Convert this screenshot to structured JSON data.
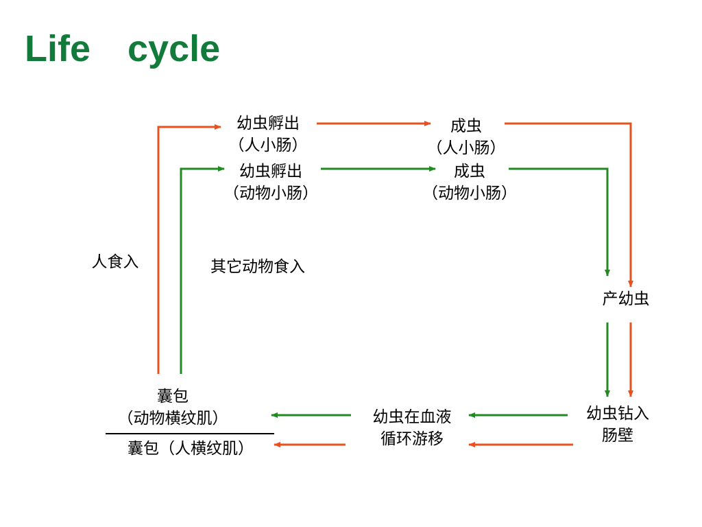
{
  "title": "Life　cycle",
  "colors": {
    "human_path": "#e8501e",
    "animal_path": "#218a21",
    "title": "#127a3a"
  },
  "nodes": {
    "larva_hatch_human": {
      "line1": "幼虫孵出",
      "line2": "（人小肠）"
    },
    "adult_human": {
      "line1": "成虫",
      "line2": "（人小肠）"
    },
    "larva_hatch_animal": {
      "line1": "幼虫孵出",
      "line2": "（动物小肠）"
    },
    "adult_animal": {
      "line1": "成虫",
      "line2": "（动物小肠）"
    },
    "produce_larva": {
      "line1": "产幼虫"
    },
    "penetrate_wall": {
      "line1": "幼虫钻入",
      "line2": "肠壁"
    },
    "blood_migration": {
      "line1": "幼虫在血液",
      "line2": "循环游移"
    },
    "cyst_animal": {
      "line1": "囊包",
      "line2": "（动物横纹肌）"
    },
    "cyst_human": {
      "line1": "囊包（人横纹肌）"
    }
  },
  "edge_labels": {
    "human_ingest": "人食入",
    "animal_ingest": "其它动物食入"
  }
}
